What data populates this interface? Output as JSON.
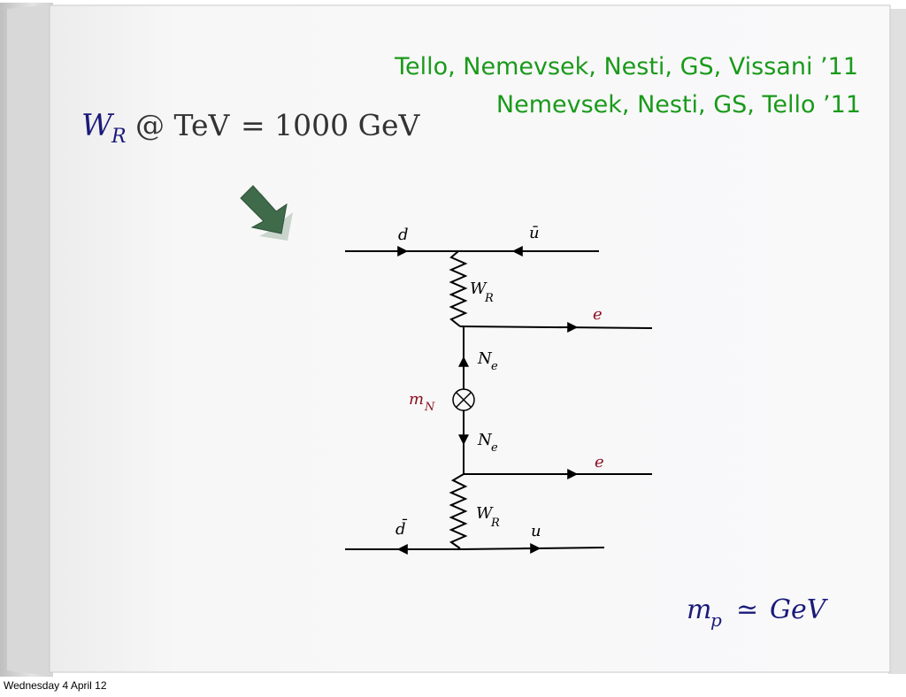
{
  "slide": {
    "refs": [
      "Tello, Nemevsek, Nesti, GS, Vissani ’11",
      "Nemevsek, Nesti, GS, Tello ’11"
    ],
    "wr_symbol": "W",
    "wr_sub": "R",
    "wr_text": "@ TeV",
    "wr_value": "= 1000 GeV",
    "mass_relation": {
      "m": "m",
      "sub": "p",
      "rel": "≃",
      "unit": "GeV"
    }
  },
  "diagram": {
    "d": "d",
    "ubar": "ū",
    "wr_top": "W",
    "wr_top_sub": "R",
    "e_top": "e",
    "ne_top": "N",
    "ne_top_sub": "e",
    "mN": "m",
    "mN_sub": "N",
    "ne_bot": "N",
    "ne_bot_sub": "e",
    "e_bot": "e",
    "wr_bot": "W",
    "wr_bot_sub": "R",
    "dbar": "d̄",
    "u": "u"
  },
  "colors": {
    "accent_green": "#1a9a1a",
    "navy": "#1a1a7a",
    "maroon": "#8b1020",
    "arrow": "#3f6b4a"
  },
  "footer": {
    "date": "Wednesday 4 April 12"
  }
}
